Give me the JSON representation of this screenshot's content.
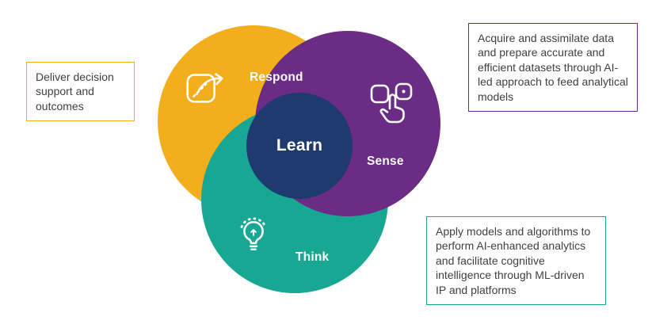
{
  "diagram": {
    "background": "#FFFFFF",
    "text_color": "#3F3F3F",
    "circles": {
      "respond": {
        "label": "Respond",
        "color": "#F2AE1C"
      },
      "sense": {
        "label": "Sense",
        "color": "#6B2C85"
      },
      "think": {
        "label": "Think",
        "color": "#17A793"
      },
      "learn": {
        "label": "Learn",
        "color": "#1F3A6E"
      }
    },
    "icons": {
      "respond": "share-arrow-icon",
      "sense": "tap-select-icon",
      "think": "lightbulb-icon"
    },
    "callouts": {
      "respond": {
        "text": "Deliver decision support and outcomes",
        "border_color": "#F2AE1C"
      },
      "sense": {
        "text": "Acquire and assimilate data and prepare accurate and efficient datasets through AI-led approach to feed analytical models",
        "border_color": "#6B2C85"
      },
      "think": {
        "text": "Apply models and algorithms to perform AI-enhanced analytics and facilitate cognitive intelligence through ML-driven IP and platforms",
        "border_color": "#17A793"
      }
    }
  }
}
